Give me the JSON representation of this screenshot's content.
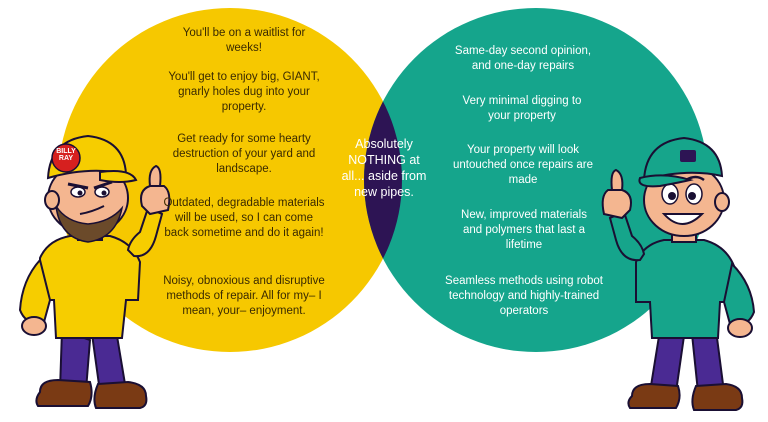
{
  "colors": {
    "left_circle": "#f6c800",
    "right_circle": "#15a58c",
    "overlap": "#2d1454",
    "left_text": "#3a2a00",
    "right_text": "#ffffff"
  },
  "left": {
    "items": [
      "You'll be on a waitlist for weeks!",
      "You'll get to enjoy big, GIANT, gnarly holes dug into your property.",
      "Get ready for some hearty destruction of your yard and landscape.",
      "Outdated, degradable materials will be used, so I can come back sometime and do it again!",
      "Noisy, obnoxious and disruptive methods of repair. All for my– I mean, your– enjoyment."
    ]
  },
  "center": {
    "text": "Absolutely NOTHING at all... aside from new pipes."
  },
  "right": {
    "items": [
      "Same-day second opinion, and one-day repairs",
      "Very minimal digging to your property",
      "Your property will look untouched once repairs are made",
      "New, improved materials and polymers that last a lifetime",
      "Seamless methods using robot technology and highly-trained operators"
    ]
  },
  "left_character": {
    "hat_text": "BILLY RAY"
  }
}
